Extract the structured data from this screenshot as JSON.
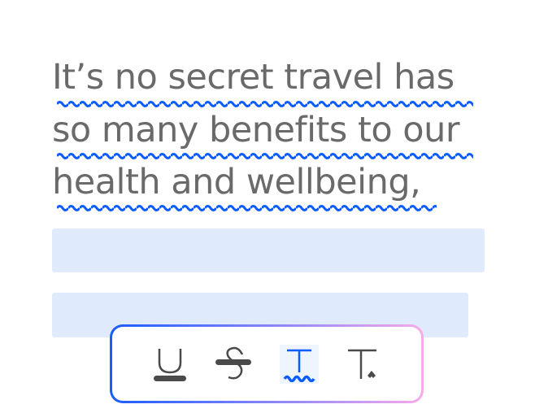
{
  "text": {
    "lines": [
      "It’s no secret travel has",
      "so many benefits to our",
      "health and wellbeing,"
    ]
  },
  "colors": {
    "text": "#6a6a6a",
    "accent": "#0a5cff",
    "placeholder": "#dfebfc"
  },
  "toolbar": {
    "tools": [
      {
        "icon": "underline-icon"
      },
      {
        "icon": "strikethrough-icon"
      },
      {
        "icon": "wavy-underline-icon",
        "active": true
      },
      {
        "icon": "clear-format-icon"
      }
    ]
  }
}
